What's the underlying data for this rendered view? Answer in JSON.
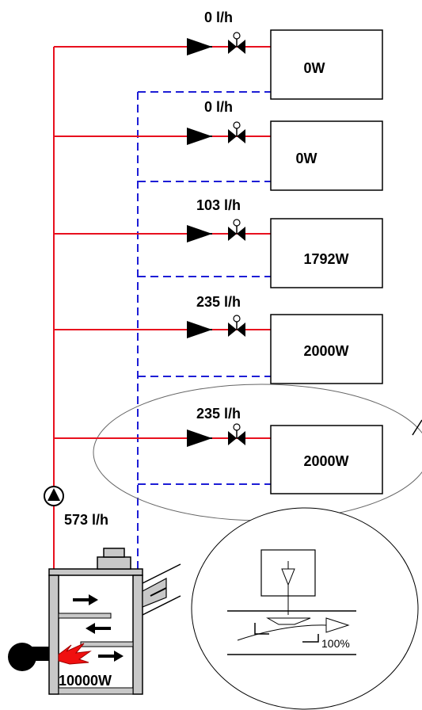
{
  "circuits": [
    {
      "flow": "0 l/h",
      "power": "0W"
    },
    {
      "flow": "0 l/h",
      "power": "0W"
    },
    {
      "flow": "103 l/h",
      "power": "1792W"
    },
    {
      "flow": "235 l/h",
      "power": "2000W"
    },
    {
      "flow": "235 l/h",
      "power": "2000W"
    }
  ],
  "pump": {
    "flow": "573 l/h"
  },
  "boiler": {
    "power": "10000W"
  },
  "valve_detail": {
    "opening": "100%"
  },
  "colors": {
    "supply": "#e8101e",
    "return": "#1d1dd6",
    "flame": "#f01010",
    "boiler_body": "#c8c8c8"
  }
}
